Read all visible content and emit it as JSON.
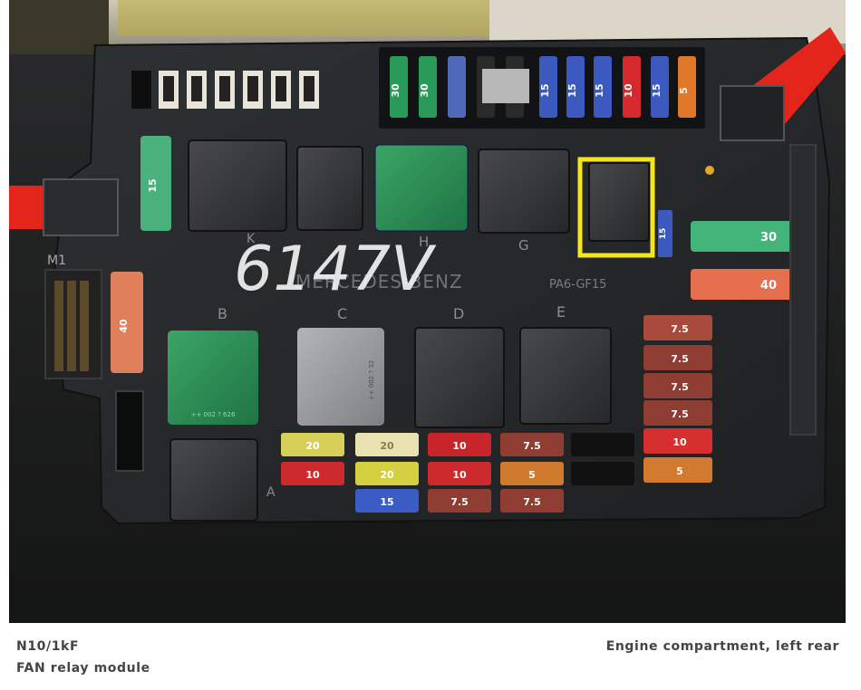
{
  "caption": {
    "code": "N10/1kF",
    "name": "FAN relay module",
    "location": "Engine compartment, left rear"
  },
  "panel": {
    "brand": "MERCEDES-BENZ",
    "material": "PA6-GF15",
    "connector": "M1",
    "part_number_1": "++ 002 ? 626",
    "part_number_2": "++ 002 ? 32",
    "handwriting": "6147V"
  },
  "relay_letters": [
    "B",
    "C",
    "D",
    "E",
    "G",
    "H",
    "K",
    "A"
  ],
  "fuse_values": {
    "top_row": [
      "30",
      "30",
      "",
      "",
      "",
      "15",
      "15",
      "15",
      "10",
      "15",
      "5"
    ],
    "mid_column": "15",
    "right_maxi": [
      "30",
      "40"
    ],
    "left_maxi": [
      "15",
      "40"
    ],
    "right_column": [
      "7.5",
      "7.5",
      "7.5",
      "7.5",
      "10",
      "5"
    ],
    "bottom_row_1": [
      "20",
      "20",
      "10",
      "7.5"
    ],
    "bottom_row_2": [
      "10",
      "20",
      "10",
      "5"
    ],
    "bottom_row_3": [
      "15",
      "7.5",
      "7.5"
    ]
  },
  "colors": {
    "highlight": "#f5e51b",
    "red_lever": "#e3251c",
    "relay_green": "#2c8a52",
    "relay_grey": "#9b9c9e"
  }
}
